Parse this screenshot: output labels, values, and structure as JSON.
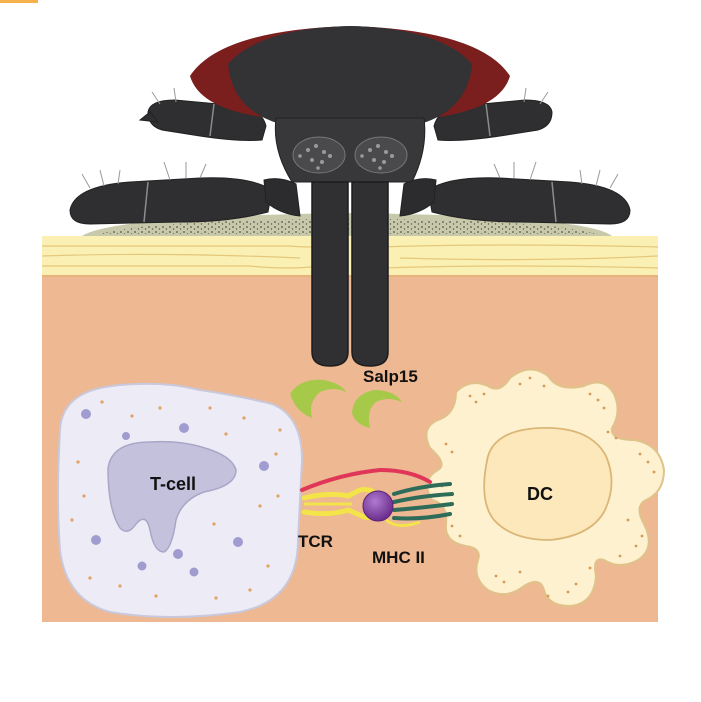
{
  "labels": {
    "salp15": "Salp15",
    "tcell": "T-cell",
    "dc": "DC",
    "tcr": "TCR",
    "mhc": "MHC II"
  },
  "colors": {
    "skin": "#edb892",
    "epidermis": "#fbf0b4",
    "tick_body": "#2f2f31",
    "tick_shield_red": "#7a1e1e",
    "tcell_fill": "#edecf6",
    "tcell_nucleus": "#c3c1dc",
    "dc_fill": "#fdf1d0",
    "dc_nucleus": "#fce8ba",
    "salp15": "#a6c94a",
    "mhc_ball": "#7f3fa0",
    "receptor_yellow": "#f3e44a",
    "receptor_red": "#e03658",
    "mhc_green": "#2e6c5a"
  }
}
